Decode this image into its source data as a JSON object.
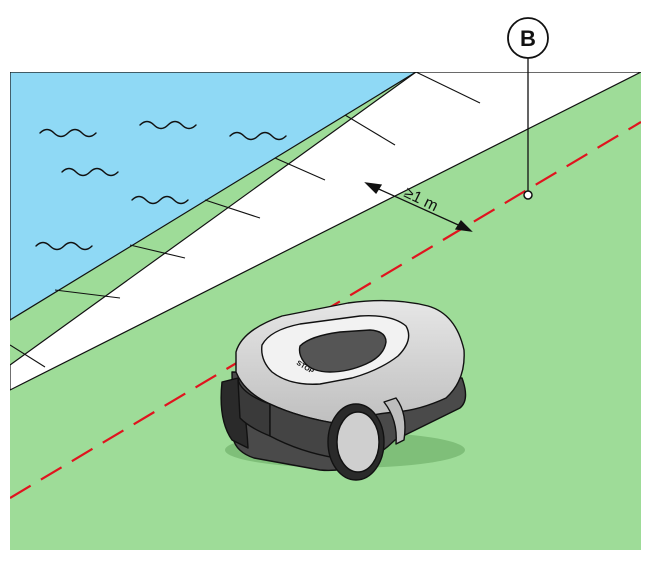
{
  "diagram": {
    "callout_label": "B",
    "distance_label": "≥1 m",
    "mower_button_label": "STOP"
  },
  "colors": {
    "lawn": "#9edc98",
    "pool_water": "#8fd9f5",
    "edging_tiles": "#ffffff",
    "boundary_wire": "#e0141e",
    "mower_body": "#d2d2d2",
    "mower_wheels": "#2a2a2a",
    "outline": "#111111"
  },
  "icons": {
    "water": "wave-icon",
    "mower": "robotic-mower-icon"
  }
}
